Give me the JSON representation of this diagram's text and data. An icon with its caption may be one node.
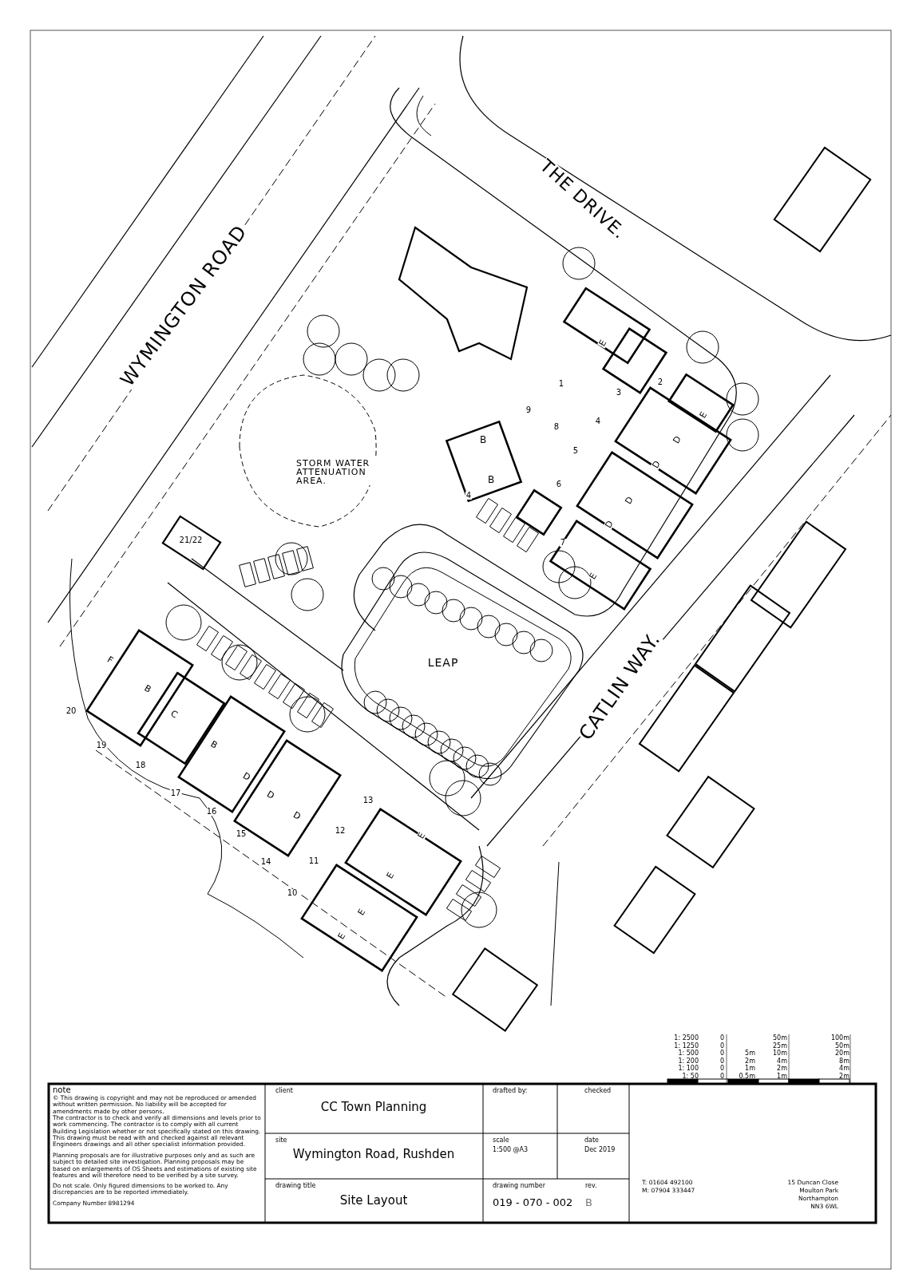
{
  "diagram": {
    "labels": [
      "THE DRIVE.",
      "WYMINGTON ROAD",
      "E",
      "1",
      "2",
      "3",
      "9",
      "4",
      "E",
      "8",
      "B",
      "D",
      "STORM WATER ATTENUATION AREA.",
      "5",
      "D",
      "B",
      "6",
      "4",
      "D",
      "D",
      "21/22",
      "7",
      "E",
      "F",
      "LEAP",
      "B",
      "CATLIN WAY.",
      "20",
      "C",
      "19",
      "B",
      "18",
      "D",
      "17",
      "D",
      "13",
      "16",
      "D",
      "12",
      "15",
      "E",
      "14",
      "11",
      "E",
      "10",
      "E",
      "E",
      "1: 2500",
      "0",
      "50m",
      "100m",
      "1: 1250",
      "0",
      "25m",
      "50m",
      "1: 500",
      "0",
      "5m",
      "10m",
      "20m",
      "1: 200",
      "0",
      "2m",
      "4m",
      "8m",
      "1: 100",
      "0",
      "1m",
      "2m",
      "4m",
      "1: 50",
      "0",
      "0.5m",
      "1m",
      "2m",
      "note",
      "© This drawing is copyright and may not be reproduced or amended without written permission. No liability will be accepted for amendments made by other persons.",
      "The contractor is to check and verify all dimensions and levels prior to work commencing. The contractor is to comply with all current Building Legislation whether or not specifically stated on this drawing.",
      "This drawing must be read with and checked against all relevant Engineers drawings and all other specialist information provided.",
      "Planning proposals are for illustrative purposes only and as such are subject to detailed site investigation. Planning proposals may be based on enlargements of OS Sheets and estimations of existing site features and will therefore need to be verified by a site survey.",
      "Do not scale. Only figured dimensions to be worked to. Any discrepancies are to be reported immediately.",
      "Company Number 8981294",
      "client",
      "CC Town Planning",
      "drafted by:",
      "checked",
      "site",
      "Wymington Road, Rushden",
      "scale",
      "1:500 @A3",
      "date",
      "Dec 2019",
      "drawing title",
      "Site Layout",
      "drawing number",
      "019 - 070 - 002",
      "rev.",
      "B",
      "T: 01604 492100",
      "M: 07904 333447",
      "15 Duncan Close",
      "Moulton Park",
      "Northampton",
      "NN3 6WL"
    ]
  }
}
